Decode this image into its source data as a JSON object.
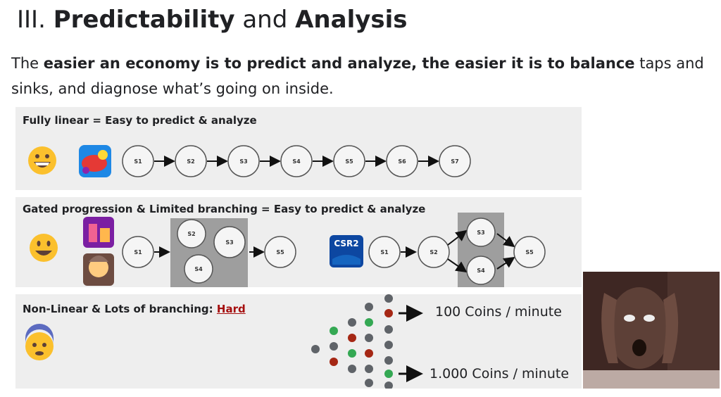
{
  "slide": {
    "title_prefix": "III. ",
    "title_bold1": "Predictability",
    "title_mid": " and ",
    "title_bold2": "Analysis",
    "subtitle": {
      "p1": "The ",
      "b1": "easier an economy is to predict and analyze, the easier it is to balance",
      "p2": " taps and sinks, and diagnose what’s going on inside."
    }
  },
  "panels": {
    "linear": {
      "title": "Fully linear = Easy to predict & analyze",
      "nodes": [
        "S1",
        "S2",
        "S3",
        "S4",
        "S5",
        "S6",
        "S7"
      ]
    },
    "gated": {
      "title": "Gated progression & Limited branching = Easy to predict & analyze",
      "left_nodes": {
        "start": "S1",
        "gate": [
          "S2",
          "S3",
          "S4"
        ],
        "end": "S5"
      },
      "right_nodes": {
        "start": "S1",
        "mid": "S2",
        "branch_top": "S3",
        "branch_bottom": "S4",
        "end": "S5"
      },
      "game_logo": "CSR2"
    },
    "nonlinear": {
      "title_prefix": "Non-Linear & Lots of branching: ",
      "title_hard": "Hard",
      "rate_top": "100 Coins / minute",
      "rate_bottom": "1.000 Coins / minute"
    }
  },
  "icons": {
    "emoji_happy": "grinning-face-icon",
    "emoji_smile": "smiling-face-icon",
    "emoji_anxious": "anxious-face-icon",
    "arrow": "arrow-right-icon"
  },
  "colors": {
    "panel_bg": "#eeeeee",
    "gate_box": "#9e9e9e",
    "dot_gray": "#5f6368",
    "dot_green": "#34a853",
    "dot_red": "#a52714",
    "emoji_yellow": "#fbc02d",
    "hard_red": "#a50e0e"
  }
}
